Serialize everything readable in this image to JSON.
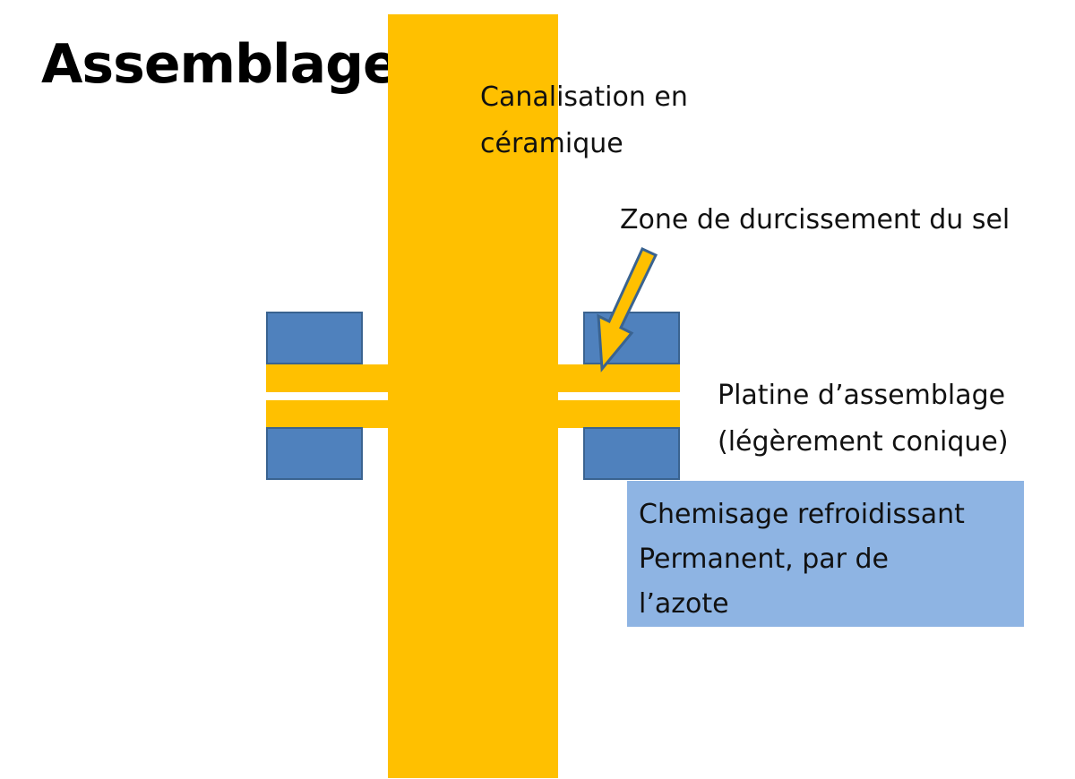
{
  "title": "Assemblage",
  "labels": {
    "pipe": [
      "Canalisation en",
      "céramique"
    ],
    "hardening_zone": "Zone de durcissement du sel",
    "plate": [
      "Platine d’assemblage",
      "(légèrement conique)"
    ],
    "cooling": [
      "Chemisage refroidissant",
      "Permanent, par de",
      "l’azote"
    ]
  },
  "colors": {
    "pipe": "#ffc000",
    "block": "#4f81bd",
    "block_border": "#3a6390",
    "cooling_box": "#8eb4e3",
    "arrow_fill": "#ffc000",
    "arrow_stroke": "#3a6390"
  }
}
